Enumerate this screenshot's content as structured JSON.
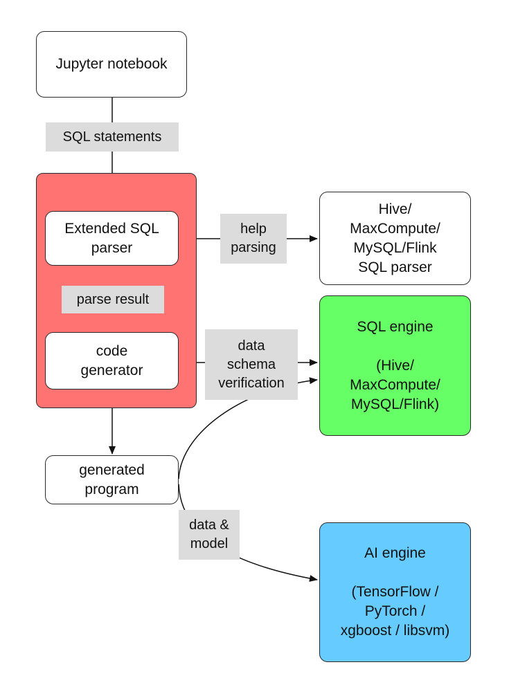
{
  "colors": {
    "extension_group": "#ff7373",
    "sql_engine": "#66ff66",
    "ai_engine": "#66ccff",
    "plain_box": "#ffffff",
    "edge_label_bg": "#dcdcdc"
  },
  "nodes": {
    "jupyter": "Jupyter notebook",
    "parser": "Extended SQL\nparser",
    "codegen": "code\ngenerator",
    "program": "generated\nprogram",
    "sql_parser": "Hive/\nMaxCompute/\nMySQL/Flink\nSQL parser",
    "sql_engine": "SQL engine\n\n(Hive/\nMaxCompute/\nMySQL/Flink)",
    "ai_engine": "AI engine\n\n(TensorFlow /\nPyTorch /\nxgboost / libsvm)"
  },
  "edge_labels": {
    "sql_statements": "SQL statements",
    "help_parsing": "help\nparsing",
    "parse_result": "parse result",
    "schema_verification": "data\nschema\nverification",
    "data_model": "data &\nmodel"
  }
}
